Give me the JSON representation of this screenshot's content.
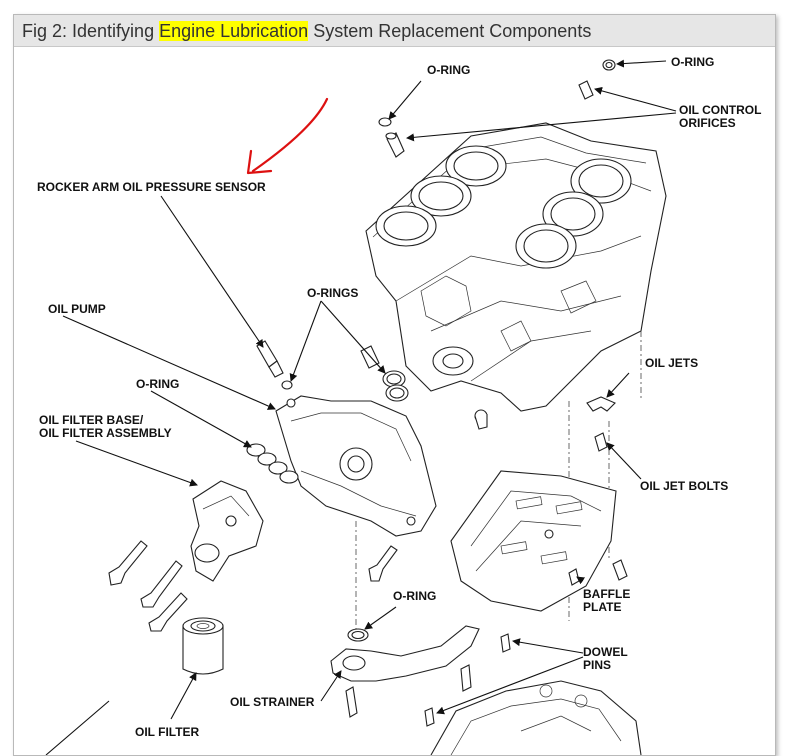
{
  "figure": {
    "title_prefix": "Fig 2: Identifying ",
    "title_highlight": "Engine Lubrication",
    "title_suffix": " System Replacement Components"
  },
  "labels": {
    "oring_top": "O-RING",
    "oring_top_right": "O-RING",
    "oil_control_orifices_1": "OIL CONTROL",
    "oil_control_orifices_2": "ORIFICES",
    "rocker_arm_sensor": "ROCKER ARM OIL PRESSURE SENSOR",
    "orings_mid": "O-RINGS",
    "oil_pump": "OIL PUMP",
    "oring_mid": "O-RING",
    "oil_filter_base_1": "OIL FILTER BASE/",
    "oil_filter_base_2": "OIL FILTER ASSEMBLY",
    "oil_jets": "OIL JETS",
    "oil_jet_bolts": "OIL JET BOLTS",
    "baffle_plate_1": "BAFFLE",
    "baffle_plate_2": "PLATE",
    "oring_lower": "O-RING",
    "dowel_pins_1": "DOWEL",
    "dowel_pins_2": "PINS",
    "oil_strainer": "OIL STRAINER",
    "oil_filter": "OIL FILTER"
  },
  "colors": {
    "highlight": "#ffff00",
    "annotation_arrow": "#dd1111",
    "line_art": "#111111"
  }
}
